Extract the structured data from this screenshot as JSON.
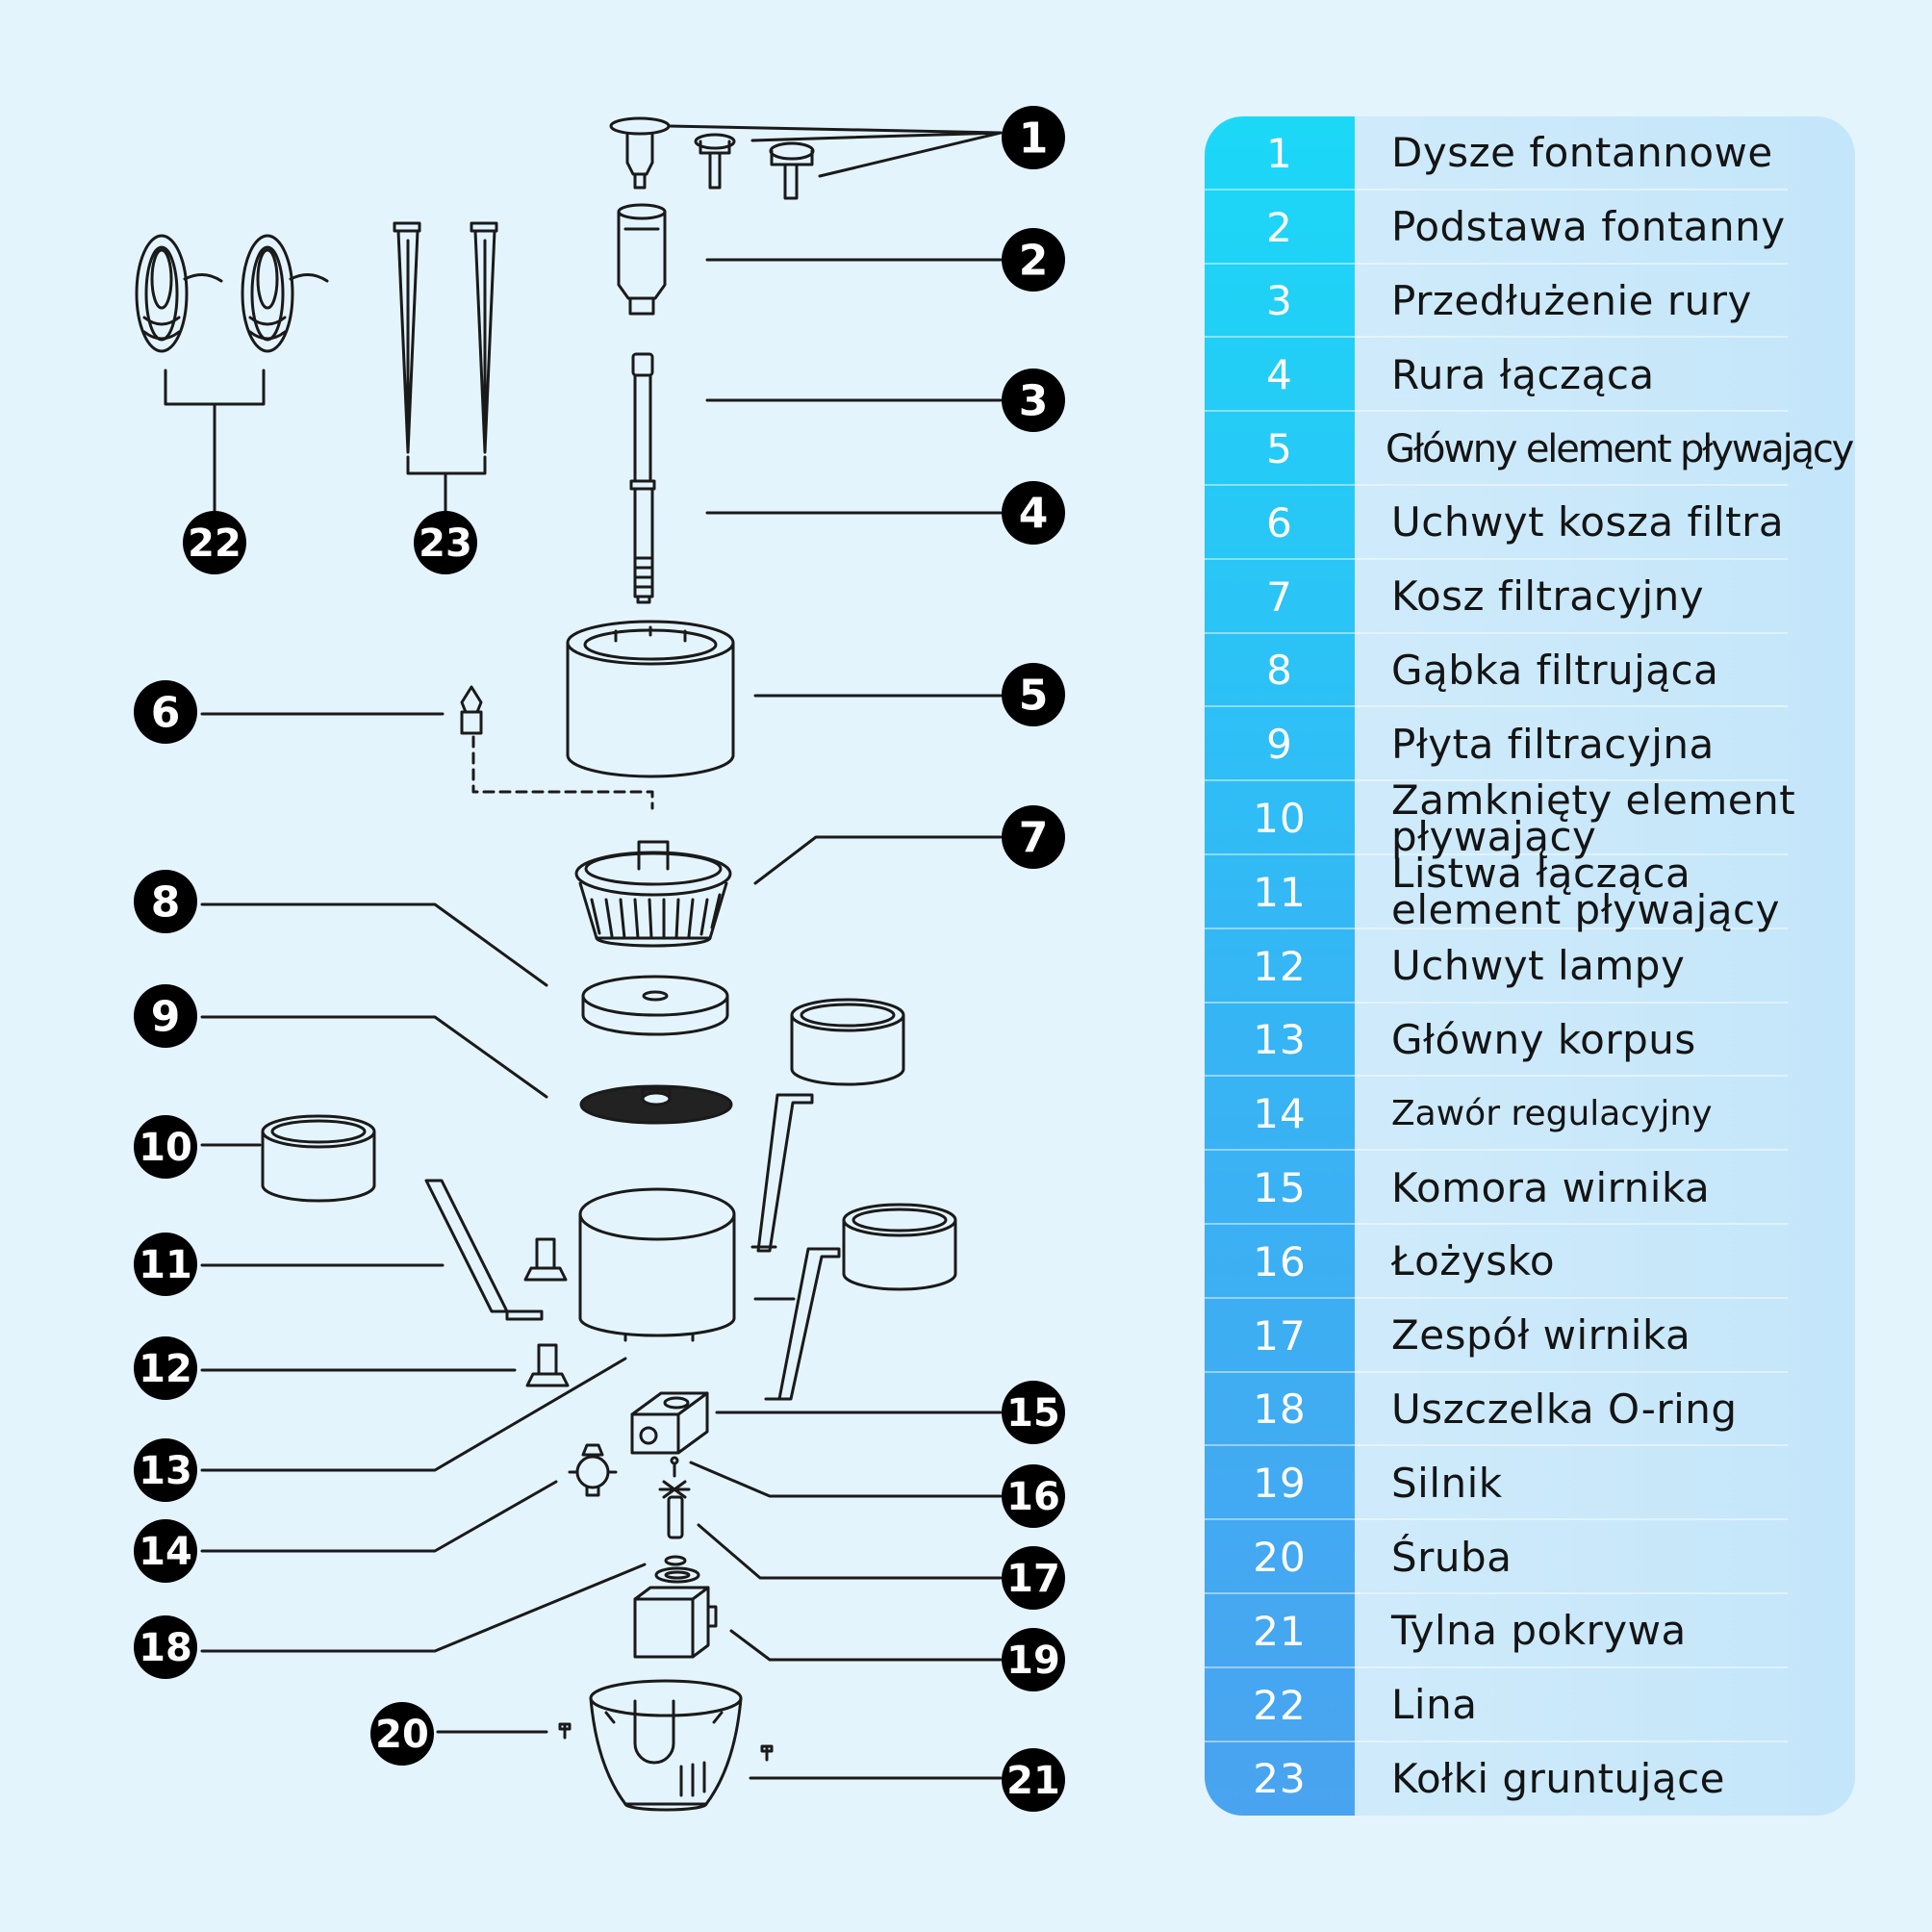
{
  "legend": {
    "items": [
      {
        "num": "1",
        "label": "Dysze fontannowe"
      },
      {
        "num": "2",
        "label": "Podstawa fontanny"
      },
      {
        "num": "3",
        "label": "Przedłużenie rury"
      },
      {
        "num": "4",
        "label": "Rura łącząca"
      },
      {
        "num": "5",
        "label": "Główny element pływający"
      },
      {
        "num": "6",
        "label": "Uchwyt kosza filtra"
      },
      {
        "num": "7",
        "label": "Kosz filtracyjny"
      },
      {
        "num": "8",
        "label": "Gąbka filtrująca"
      },
      {
        "num": "9",
        "label": "Płyta filtracyjna"
      },
      {
        "num": "10",
        "label": "Zamknięty element\npływający"
      },
      {
        "num": "11",
        "label": "Listwa łącząca\nelement pływający"
      },
      {
        "num": "12",
        "label": "Uchwyt lampy"
      },
      {
        "num": "13",
        "label": "Główny korpus"
      },
      {
        "num": "14",
        "label": "Zawór regulacyjny"
      },
      {
        "num": "15",
        "label": "Komora wirnika"
      },
      {
        "num": "16",
        "label": "Łożysko"
      },
      {
        "num": "17",
        "label": "Zespół wirnika"
      },
      {
        "num": "18",
        "label": "Uszczelka O-ring"
      },
      {
        "num": "19",
        "label": "Silnik"
      },
      {
        "num": "20",
        "label": "Śruba"
      },
      {
        "num": "21",
        "label": "Tylna pokrywa"
      },
      {
        "num": "22",
        "label": "Lina"
      },
      {
        "num": "23",
        "label": "Kołki gruntujące"
      }
    ]
  },
  "callouts": [
    "1",
    "2",
    "3",
    "4",
    "5",
    "6",
    "7",
    "8",
    "9",
    "10",
    "11",
    "12",
    "13",
    "14",
    "15",
    "16",
    "17",
    "18",
    "19",
    "20",
    "21",
    "22",
    "23"
  ],
  "colors": {
    "background": "#e4f4fd",
    "legend_number_column_top": "#1bd8f7",
    "legend_number_column_bottom": "#4aa3f0",
    "legend_body": "#cbe9fb",
    "callout_fill": "#000000",
    "line": "#1a1a1a"
  }
}
